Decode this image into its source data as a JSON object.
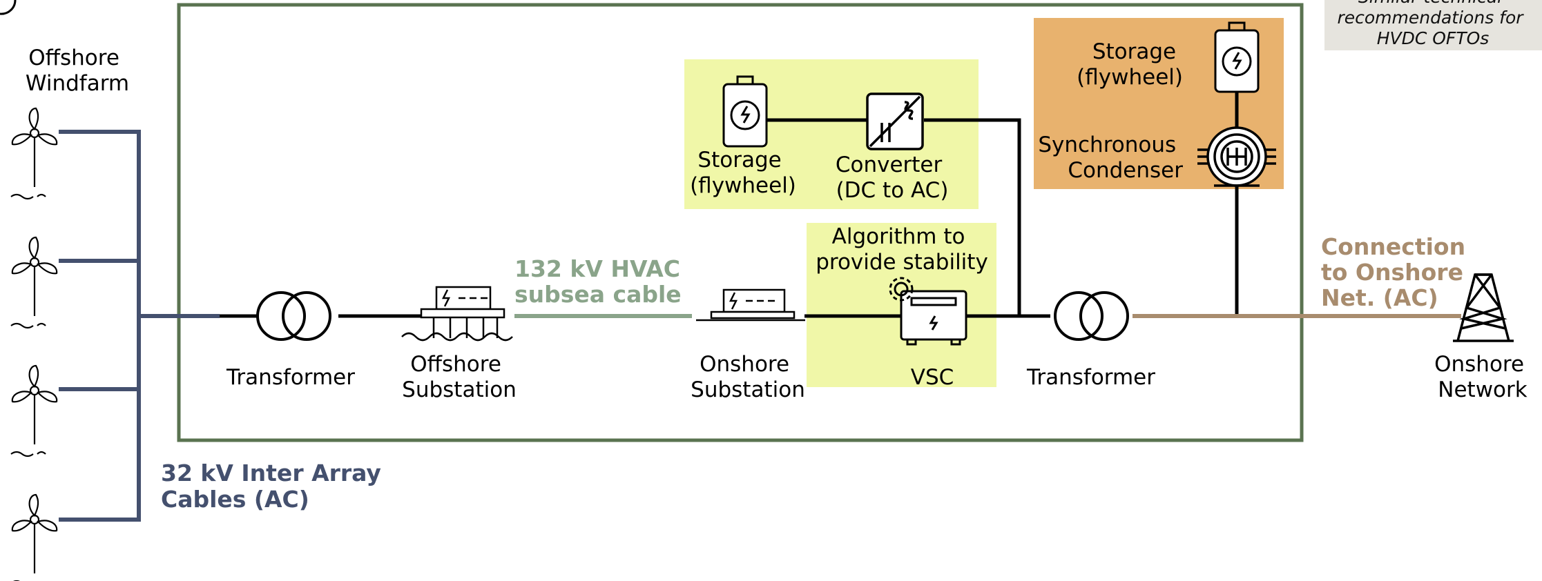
{
  "colors": {
    "frame": "#5a7350",
    "inter_array": "#44506e",
    "subsea": "#8aa48a",
    "onshore_link": "#a88c6e",
    "yellow_box": "#f0f7a8",
    "orange_box": "#e8b26e",
    "note_box": "#e6e4de"
  },
  "note": {
    "lines": [
      "Similar technical",
      "recommendations for",
      "HVDC OFTOs"
    ]
  },
  "windfarm": {
    "label_lines": [
      "Offshore",
      "Windfarm"
    ],
    "turbine_count": 4
  },
  "inter_array": {
    "lines": [
      "32 kV Inter Array",
      "Cables (AC)"
    ]
  },
  "transformer_offshore": {
    "label": "Transformer"
  },
  "offshore_substation": {
    "label_lines": [
      "Offshore",
      "Substation"
    ]
  },
  "subsea_cable": {
    "lines": [
      "132 kV HVAC",
      "subsea cable"
    ]
  },
  "onshore_substation": {
    "label_lines": [
      "Onshore",
      "Substation"
    ]
  },
  "storage_yellow": {
    "label_lines": [
      "Storage",
      "(flywheel)"
    ]
  },
  "converter": {
    "label_lines": [
      "Converter",
      "(DC to AC)"
    ]
  },
  "algorithm": {
    "label_lines": [
      "Algorithm to",
      "provide stability"
    ]
  },
  "vsc": {
    "label": "VSC"
  },
  "transformer_onshore": {
    "label": "Transformer"
  },
  "storage_orange": {
    "label_lines": [
      "Storage",
      "(flywheel)"
    ]
  },
  "sync_condenser": {
    "label_lines": [
      "Synchronous",
      "Condenser"
    ]
  },
  "connection_onshore": {
    "lines": [
      "Connection",
      "to Onshore",
      "Net. (AC)"
    ]
  },
  "onshore_network": {
    "label_lines": [
      "Onshore",
      "Network"
    ]
  }
}
